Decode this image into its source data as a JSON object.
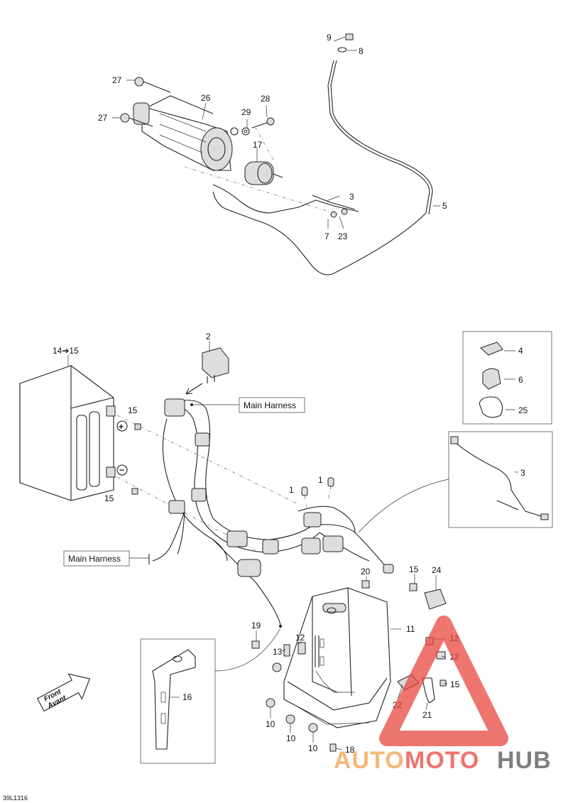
{
  "diagram_id": "39L1316",
  "callouts": {
    "main_harness_1": "Main Harness",
    "main_harness_2": "Main Harness"
  },
  "battery_label": "14➔15",
  "polarity": {
    "plus": "+",
    "minus": "−"
  },
  "direction": {
    "front": "Front",
    "avant": "Avant"
  },
  "parts": {
    "p1a": "1",
    "p1b": "1",
    "p2": "2",
    "p3a": "3",
    "p3b": "3",
    "p4": "4",
    "p5": "5",
    "p6": "6",
    "p7": "7",
    "p8": "8",
    "p9": "9",
    "p10a": "10",
    "p10b": "10",
    "p10c": "10",
    "p11": "11",
    "p12a": "12",
    "p12b": "12",
    "p12c": "12",
    "p13": "13",
    "p15a": "15",
    "p15b": "15",
    "p15c": "15",
    "p15d": "15",
    "p16": "16",
    "p17": "17",
    "p18": "18",
    "p19": "19",
    "p20": "20",
    "p21": "21",
    "p22": "22",
    "p23": "23",
    "p24": "24",
    "p25": "25",
    "p26": "26",
    "p27a": "27",
    "p27b": "27",
    "p28": "28",
    "p29": "29"
  },
  "watermark": {
    "auto": "AUTO",
    "moto": "MOTO",
    "hub": "HUB"
  },
  "colors": {
    "watermark_red": "#e8483f",
    "watermark_orange": "#f3a04a",
    "watermark_gray": "#555555"
  }
}
